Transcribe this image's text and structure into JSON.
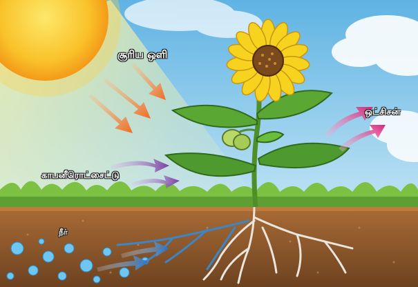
{
  "labels": {
    "sunlight": "சூரிய ஒளி",
    "carbon_dioxide": "காபனீரொட்சைட்டு",
    "oxygen": "ஒட்சிசன்",
    "water": "நீர்"
  },
  "colors": {
    "sky": "#8fcbeb",
    "sun": "#f8b21c",
    "sunlight_arrows": "#f0702a",
    "co2_arrows": "#7b3fa0",
    "oxygen_arrows": "#d8227a",
    "water_arrows": "#2d6fb8",
    "grass": "#6fb23a",
    "soil": "#8b5a2b",
    "leaf": "#4f9a2e",
    "petal": "#f7d21e",
    "flower_center": "#7a4a1c",
    "root": "#e8e4dc"
  }
}
